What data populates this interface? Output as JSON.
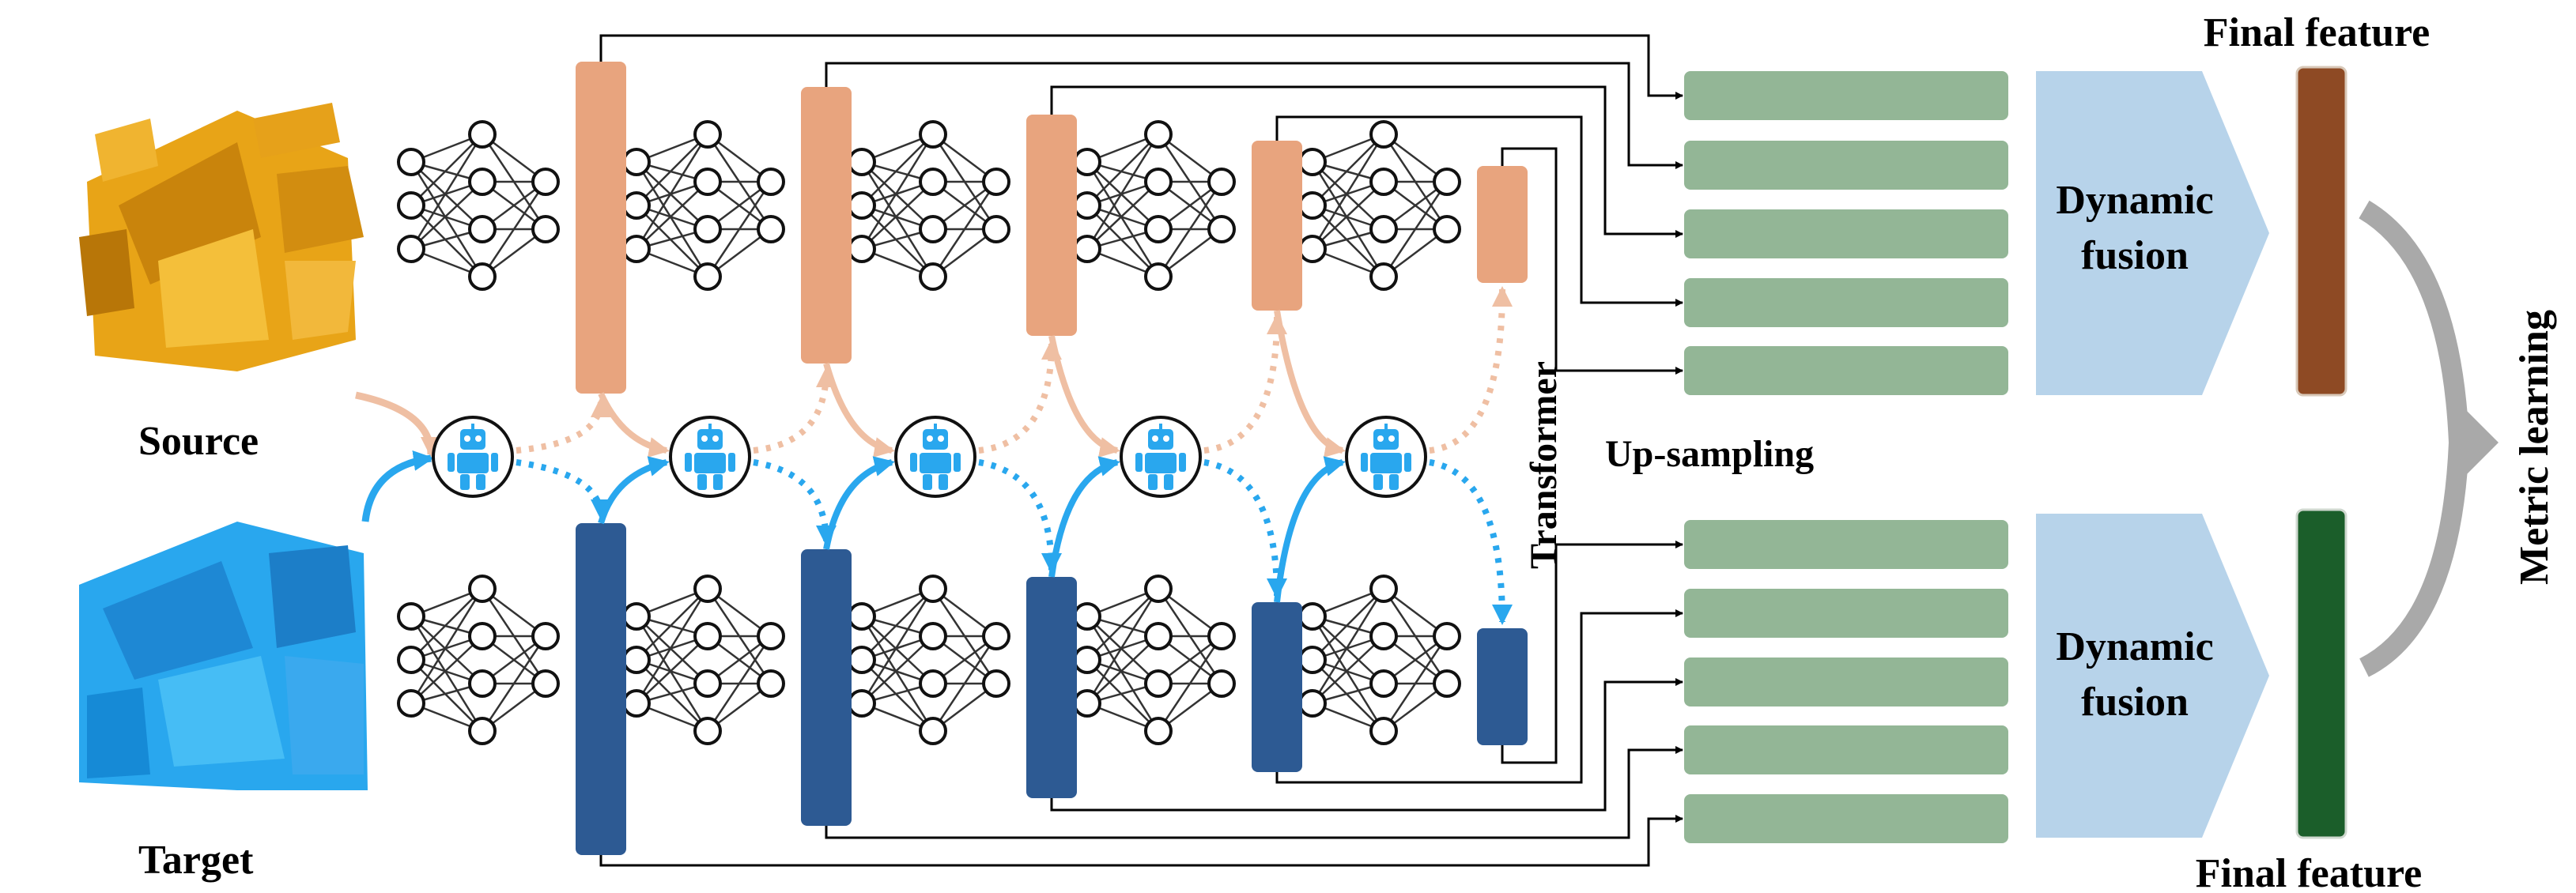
{
  "labels": {
    "source": "Source",
    "target": "Target",
    "transformer": "Transformer",
    "upsampling": "Up-sampling",
    "dynamic_fusion_line1": "Dynamic",
    "dynamic_fusion_line2": "fusion",
    "final_feature": "Final feature",
    "metric_learning": "Metric learning"
  },
  "colors": {
    "source_feature": "#e8a47e",
    "target_feature": "#2d5a93",
    "source_arrow": "#efbfa3",
    "target_arrow": "#29a7ee",
    "upsample_bar": "#93b696",
    "fusion_block": "#b7d3ea",
    "final_source": "#8e4a24",
    "final_target": "#1b5e2a",
    "metric_arrow": "#a9a9a9",
    "neural_net": "#333333"
  },
  "icons": {
    "robot": "robot-icon",
    "source_cloud": "point-cloud-source-icon",
    "target_cloud": "point-cloud-target-icon",
    "network": "neural-network-icon"
  }
}
